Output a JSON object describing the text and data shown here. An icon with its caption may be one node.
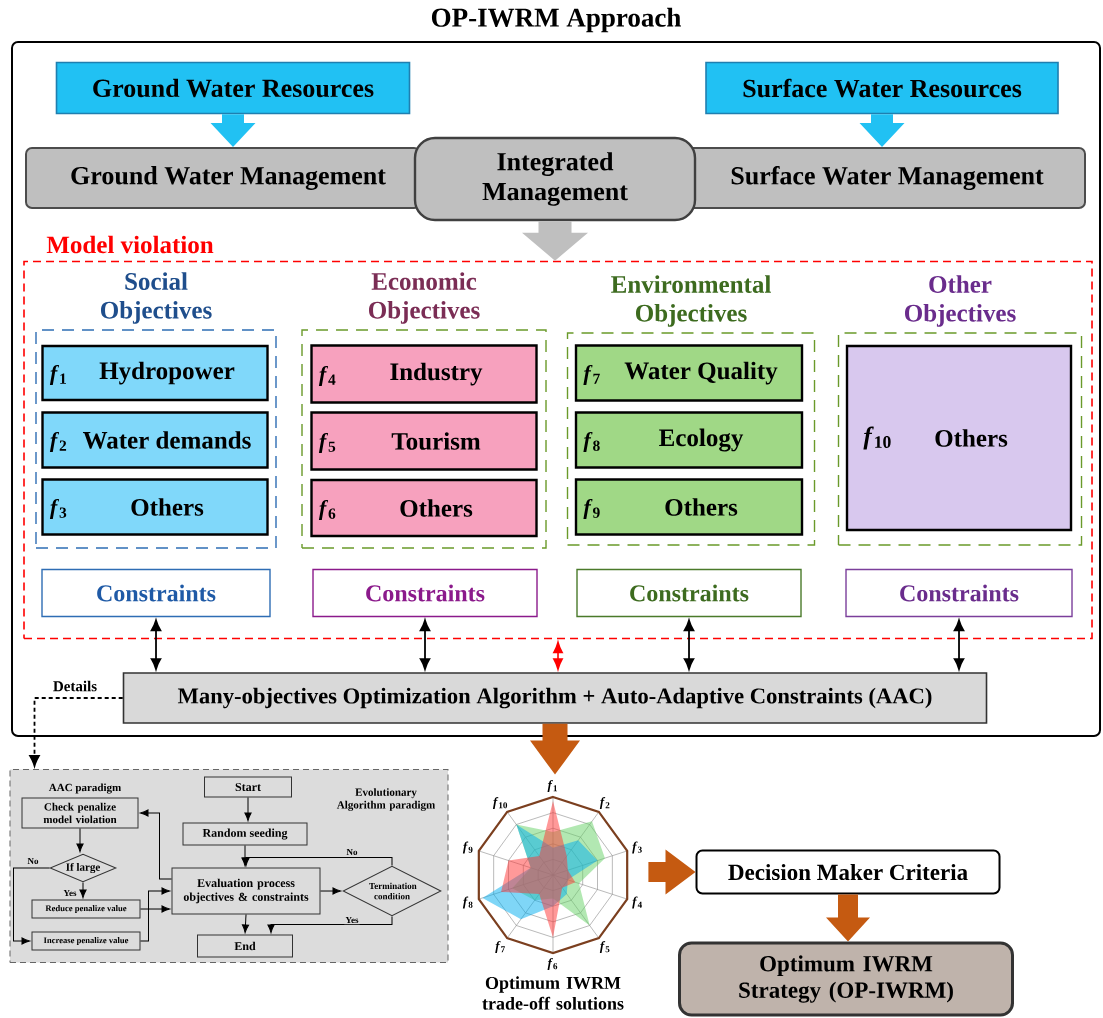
{
  "diagram": {
    "nodes": [
      {
        "text": [
          "OP-IWRM Approach"
        ]
      },
      {
        "text": [
          "Ground Water Resources"
        ],
        "in": 0
      },
      {
        "text": [
          "Surface Water Resources"
        ],
        "in": 0
      },
      {
        "text": [
          "Ground Water Management"
        ],
        "in": 0
      },
      {
        "text": [
          "Surface Water Management"
        ],
        "in": 0
      },
      {
        "text": [
          "Integrated Management"
        ],
        "in": 0
      },
      {
        "text": [
          "Model violation"
        ],
        "in": 0
      },
      {
        "text": [
          "Social Objectives"
        ],
        "in": 6
      },
      {
        "text": [
          "*f*$_{1}$",
          "Hydropower"
        ],
        "in": 7
      },
      {
        "text": [
          "*f*$_{2}$",
          "Water demands"
        ],
        "in": 7
      },
      {
        "text": [
          "*f*$_{3}$",
          "Others"
        ],
        "in": 7
      },
      {
        "text": [
          "Economic Objectives"
        ],
        "in": 6
      },
      {
        "text": [
          "*f*$_{4}$",
          "Industry"
        ],
        "in": 11
      },
      {
        "text": [
          "*f*$_{5}$",
          "Tourism"
        ],
        "in": 11
      },
      {
        "text": [
          "*f*$_{6}$",
          "Others"
        ],
        "in": 11
      },
      {
        "text": [
          "Environmental Objectives"
        ],
        "in": 6
      },
      {
        "text": [
          "*f*$_{7}$",
          "Water Quality"
        ],
        "in": 15
      },
      {
        "text": [
          "*f*$_{8}$",
          "Ecology"
        ],
        "in": 15
      },
      {
        "text": [
          "*f*$_{9}$",
          "Others"
        ],
        "in": 15
      },
      {
        "text": [
          "Other Objectives"
        ],
        "in": 6
      },
      {
        "text": [
          "*f*$_{10}$",
          "Others"
        ],
        "in": 19
      },
      {
        "text": [
          "Constraints"
        ],
        "in": 6
      },
      {
        "text": [
          "Constraints"
        ],
        "in": 6
      },
      {
        "text": [
          "Constraints"
        ],
        "in": 6
      },
      {
        "text": [
          "Constraints"
        ],
        "in": 6
      },
      {
        "text": [
          "Many-objectives Optimization Algorithm + Auto-Adaptive Constraints (AAC)"
        ],
        "in": 0
      },
      {
        "text": [
          "AAC paradigm",
          "Evolutionary Algorithm paradigm"
        ]
      },
      {
        "text": [
          "Start"
        ],
        "in": 26
      },
      {
        "text": [
          "Random seeding"
        ],
        "in": 26
      },
      {
        "text": [
          "Check penalize model violation"
        ],
        "in": 26
      },
      {
        "text": [
          "If large"
        ],
        "in": 26
      },
      {
        "text": [
          "Evaluation process objectives & constraints"
        ],
        "in": 26
      },
      {
        "text": [
          "Termination condition"
        ],
        "in": 26
      },
      {
        "text": [
          "Reduce penalize value"
        ],
        "in": 26
      },
      {
        "text": [
          "Increase penalize value"
        ],
        "in": 26
      },
      {
        "text": [
          "End"
        ],
        "in": 26
      },
      {
        "text": [],
        "shape": "picture",
        "beside": [
          "Optimum IWRM trade-off solutions"
        ]
      },
      {
        "text": [
          "Decision Maker Criteria"
        ]
      },
      {
        "text": [
          "Optimum IWRM Strategy (OP-IWRM)"
        ]
      }
    ],
    "edges": [
      {
        "from": 1,
        "to": 3,
        "arrow": "to",
        "style": "thick",
        "color": "#21c1f3"
      },
      {
        "from": 2,
        "to": 4,
        "arrow": "to",
        "style": "thick",
        "color": "#21c1f3"
      },
      {
        "from": 5,
        "to": 6,
        "arrow": "to",
        "style": "thick",
        "color": "#bfbfbf"
      },
      {
        "from": 21,
        "to": 25,
        "arrow": "both"
      },
      {
        "from": 22,
        "to": 25,
        "arrow": "both"
      },
      {
        "from": 6,
        "to": 25,
        "arrow": "both",
        "color": "#ff0000"
      },
      {
        "from": 23,
        "to": 25,
        "arrow": "both"
      },
      {
        "from": 24,
        "to": 25,
        "arrow": "both"
      },
      {
        "from": 25,
        "to": 26,
        "arrow": "to",
        "style": "dashed",
        "label": "Details"
      },
      {
        "from": 25,
        "to": 36,
        "arrow": "to",
        "style": "thick",
        "color": "#c55a11"
      },
      {
        "from": 36,
        "to": 37,
        "arrow": "to",
        "style": "thick",
        "color": "#c55a11"
      },
      {
        "from": 37,
        "to": 38,
        "arrow": "to",
        "style": "thick",
        "color": "#c55a11"
      },
      {
        "from": 27,
        "to": 28,
        "arrow": "to"
      },
      {
        "from": 28,
        "to": 31,
        "arrow": "to"
      },
      {
        "from": 31,
        "to": 32,
        "arrow": "to"
      },
      {
        "from": 32,
        "to": 31,
        "arrow": "to",
        "label": "No"
      },
      {
        "from": 31,
        "to": 35,
        "arrow": "to"
      },
      {
        "from": 32,
        "to": 35,
        "arrow": "to",
        "label": "Yes"
      },
      {
        "from": 31,
        "to": 29,
        "arrow": "to"
      },
      {
        "from": 29,
        "to": 30,
        "arrow": "to"
      },
      {
        "from": 30,
        "to": 33,
        "arrow": "to",
        "label": "Yes"
      },
      {
        "from": 30,
        "to": 34,
        "arrow": "to",
        "label": "No"
      },
      {
        "from": 33,
        "to": 31,
        "arrow": "to"
      },
      {
        "from": 34,
        "to": 31,
        "arrow": "to"
      }
    ],
    "labels": [
      "*f*$_{1}$",
      "*f*$_{2}$",
      "*f*$_{3}$",
      "*f*$_{4}$",
      "*f*$_{5}$",
      "*f*$_{6}$",
      "*f*$_{7}$",
      "*f*$_{8}$",
      "*f*$_{9}$",
      "*f*$_{10}$"
    ]
  }
}
